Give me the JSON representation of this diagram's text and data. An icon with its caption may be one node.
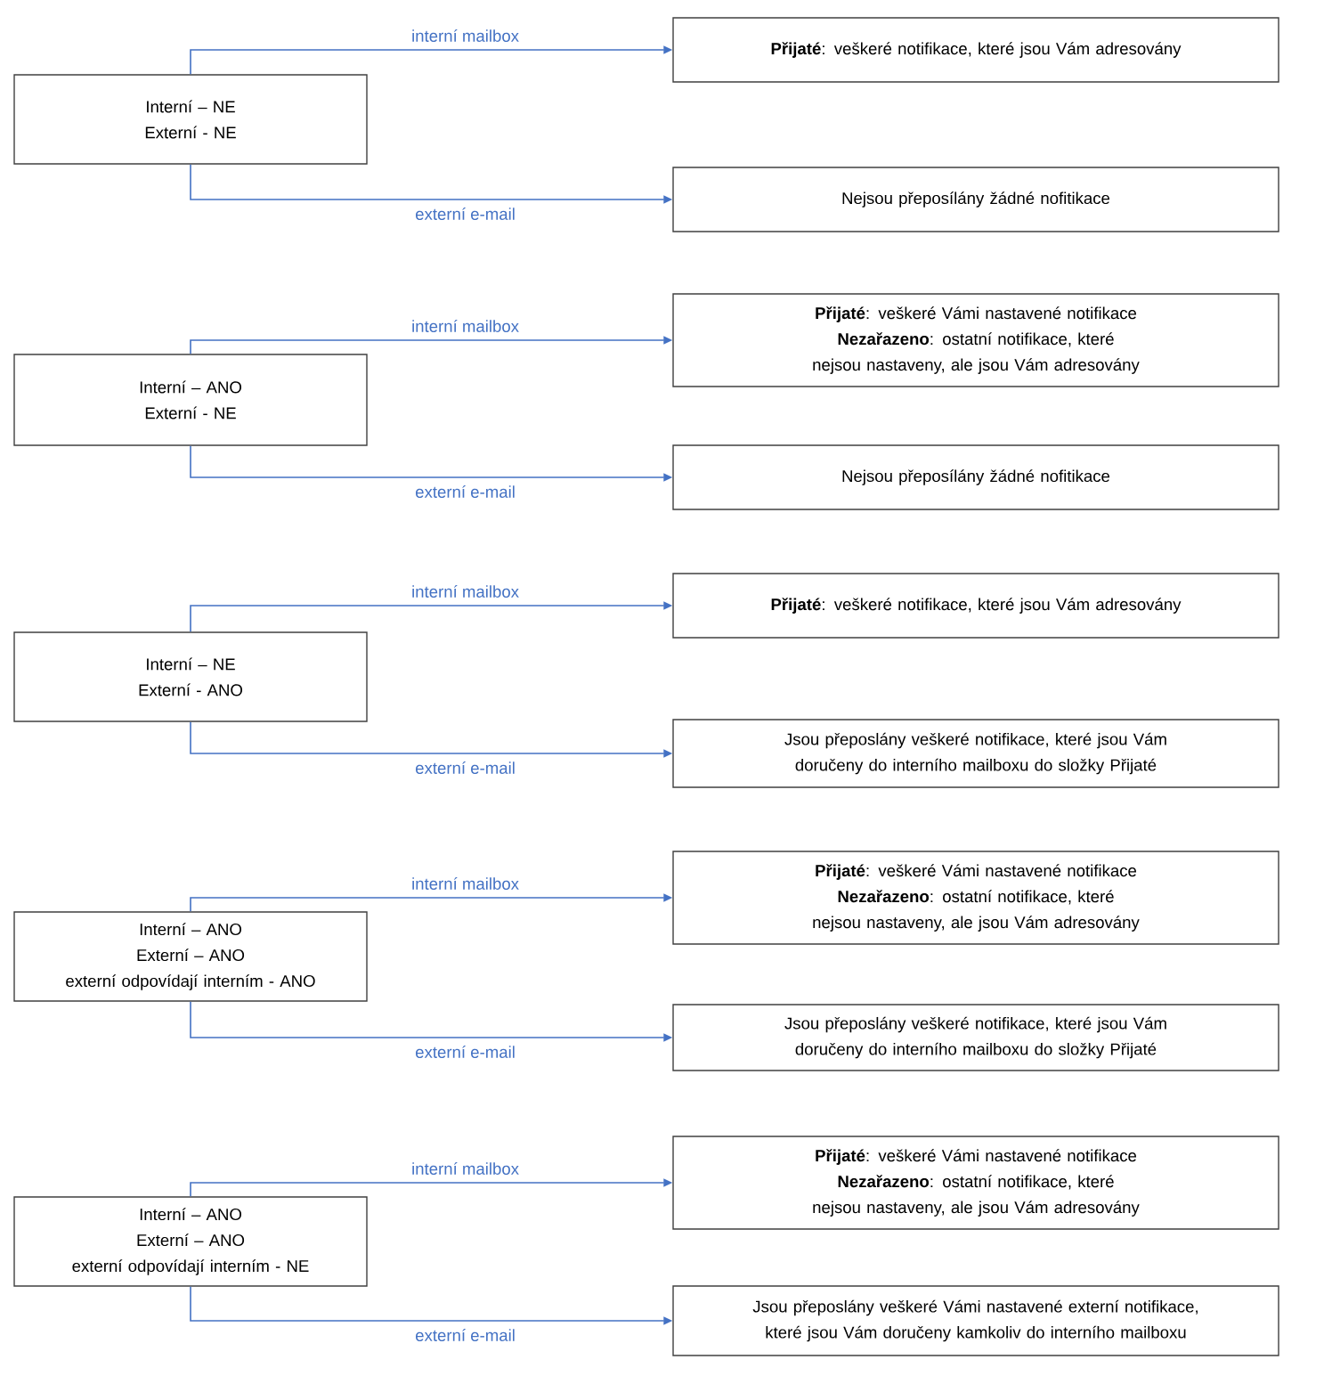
{
  "diagram": {
    "nodes": [
      {
        "text": [
          "Interní – NE",
          "Externí - NE"
        ]
      },
      {
        "text": [
          "**Přijaté**: veškeré notifikace, které jsou Vám adresovány"
        ]
      },
      {
        "text": [
          "Nejsou přeposílány žádné nofitikace"
        ]
      },
      {
        "text": [
          "Interní – ANO",
          "Externí - NE"
        ]
      },
      {
        "text": [
          "**Přijaté**: veškeré Vámi nastavené notifikace",
          "**Nezařazeno**: ostatní notifikace, které nejsou nastaveny, ale jsou Vám adresovány"
        ]
      },
      {
        "text": [
          "Nejsou přeposílány žádné nofitikace"
        ]
      },
      {
        "text": [
          "Interní – NE",
          "Externí - ANO"
        ]
      },
      {
        "text": [
          "**Přijaté**: veškeré notifikace, které jsou Vám adresovány"
        ]
      },
      {
        "text": [
          "Jsou přeposlány veškeré notifikace, které jsou Vám doručeny do interního mailboxu do složky Přijaté"
        ]
      },
      {
        "text": [
          "Interní – ANO",
          "Externí – ANO",
          "externí odpovídají interním - ANO"
        ]
      },
      {
        "text": [
          "**Přijaté**: veškeré Vámi nastavené notifikace",
          "**Nezařazeno**: ostatní notifikace, které nejsou nastaveny, ale jsou Vám adresovány"
        ]
      },
      {
        "text": [
          "Jsou přeposlány veškeré notifikace, které jsou Vám doručeny do interního mailboxu do složky Přijaté"
        ]
      },
      {
        "text": [
          "Interní – ANO",
          "Externí – ANO",
          "externí odpovídají interním - NE"
        ]
      },
      {
        "text": [
          "**Přijaté**: veškeré Vámi nastavené notifikace",
          "**Nezařazeno**: ostatní notifikace, které nejsou nastaveny, ale jsou Vám adresovány"
        ]
      },
      {
        "text": [
          "Jsou přeposlány veškeré Vámi nastavené externí notifikace, které jsou Vám doručeny kamkoliv do interního mailboxu"
        ]
      }
    ],
    "edges": [
      {
        "from": 0,
        "to": 1,
        "arrow": "to",
        "label": "interní mailbox"
      },
      {
        "from": 0,
        "to": 2,
        "arrow": "to",
        "label": "externí e-mail"
      },
      {
        "from": 3,
        "to": 4,
        "arrow": "to",
        "label": "interní mailbox"
      },
      {
        "from": 3,
        "to": 5,
        "arrow": "to",
        "label": "externí e-mail"
      },
      {
        "from": 6,
        "to": 7,
        "arrow": "to",
        "label": "interní mailbox"
      },
      {
        "from": 6,
        "to": 8,
        "arrow": "to",
        "label": "externí e-mail"
      },
      {
        "from": 9,
        "to": 10,
        "arrow": "to",
        "label": "interní mailbox"
      },
      {
        "from": 9,
        "to": 11,
        "arrow": "to",
        "label": "externí e-mail"
      },
      {
        "from": 12,
        "to": 13,
        "arrow": "to",
        "label": "interní mailbox"
      },
      {
        "from": 12,
        "to": 14,
        "arrow": "to",
        "label": "externí e-mail"
      }
    ]
  }
}
